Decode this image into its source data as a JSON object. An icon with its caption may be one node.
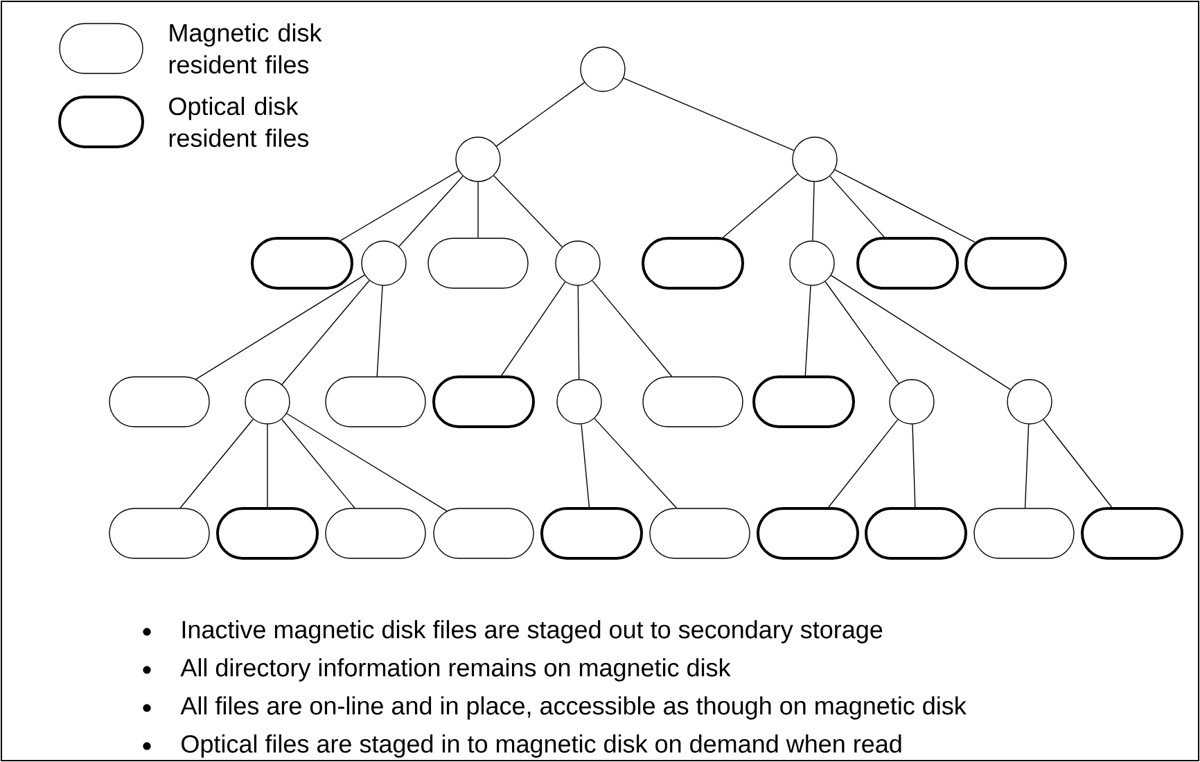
{
  "diagram": {
    "nodes": [
      {
        "text": [],
        "shape": "circle"
      },
      {
        "text": [],
        "shape": "circle"
      },
      {
        "text": [],
        "shape": "circle"
      },
      {
        "text": [],
        "shape": "thick-capsule"
      },
      {
        "text": [],
        "shape": "circle"
      },
      {
        "text": [],
        "shape": "capsule"
      },
      {
        "text": [],
        "shape": "circle"
      },
      {
        "text": [],
        "shape": "thick-capsule"
      },
      {
        "text": [],
        "shape": "circle"
      },
      {
        "text": [],
        "shape": "thick-capsule"
      },
      {
        "text": [],
        "shape": "thick-capsule"
      },
      {
        "text": [],
        "shape": "capsule"
      },
      {
        "text": [],
        "shape": "circle"
      },
      {
        "text": [],
        "shape": "capsule"
      },
      {
        "text": [],
        "shape": "thick-capsule"
      },
      {
        "text": [],
        "shape": "circle"
      },
      {
        "text": [],
        "shape": "capsule"
      },
      {
        "text": [],
        "shape": "thick-capsule"
      },
      {
        "text": [],
        "shape": "circle"
      },
      {
        "text": [],
        "shape": "circle"
      },
      {
        "text": [],
        "shape": "capsule"
      },
      {
        "text": [],
        "shape": "thick-capsule"
      },
      {
        "text": [],
        "shape": "capsule"
      },
      {
        "text": [],
        "shape": "capsule"
      },
      {
        "text": [],
        "shape": "thick-capsule"
      },
      {
        "text": [],
        "shape": "capsule"
      },
      {
        "text": [],
        "shape": "thick-capsule"
      },
      {
        "text": [],
        "shape": "thick-capsule"
      },
      {
        "text": [],
        "shape": "capsule"
      },
      {
        "text": [],
        "shape": "thick-capsule"
      }
    ],
    "edges": [
      {
        "from": 0,
        "to": 1,
        "arrow": "none"
      },
      {
        "from": 0,
        "to": 2,
        "arrow": "none"
      },
      {
        "from": 1,
        "to": 3,
        "arrow": "none"
      },
      {
        "from": 1,
        "to": 4,
        "arrow": "none"
      },
      {
        "from": 1,
        "to": 5,
        "arrow": "none"
      },
      {
        "from": 1,
        "to": 6,
        "arrow": "none"
      },
      {
        "from": 2,
        "to": 7,
        "arrow": "none"
      },
      {
        "from": 2,
        "to": 8,
        "arrow": "none"
      },
      {
        "from": 2,
        "to": 9,
        "arrow": "none"
      },
      {
        "from": 2,
        "to": 10,
        "arrow": "none"
      },
      {
        "from": 4,
        "to": 11,
        "arrow": "none"
      },
      {
        "from": 4,
        "to": 12,
        "arrow": "none"
      },
      {
        "from": 4,
        "to": 13,
        "arrow": "none"
      },
      {
        "from": 6,
        "to": 14,
        "arrow": "none"
      },
      {
        "from": 6,
        "to": 15,
        "arrow": "none"
      },
      {
        "from": 6,
        "to": 16,
        "arrow": "none"
      },
      {
        "from": 8,
        "to": 17,
        "arrow": "none"
      },
      {
        "from": 8,
        "to": 18,
        "arrow": "none"
      },
      {
        "from": 8,
        "to": 19,
        "arrow": "none"
      },
      {
        "from": 12,
        "to": 20,
        "arrow": "none"
      },
      {
        "from": 12,
        "to": 21,
        "arrow": "none"
      },
      {
        "from": 12,
        "to": 22,
        "arrow": "none"
      },
      {
        "from": 12,
        "to": 23,
        "arrow": "none"
      },
      {
        "from": 15,
        "to": 24,
        "arrow": "none"
      },
      {
        "from": 15,
        "to": 25,
        "arrow": "none"
      },
      {
        "from": 18,
        "to": 26,
        "arrow": "none"
      },
      {
        "from": 18,
        "to": 27,
        "arrow": "none"
      },
      {
        "from": 19,
        "to": 28,
        "arrow": "none"
      },
      {
        "from": 19,
        "to": 29,
        "arrow": "none"
      }
    ],
    "labels": [
      "Inactive magnetic disk files are staged out to secondary storage",
      "All directory information remains on magnetic disk",
      "All files are on-line and in place, accessible as though on magnetic disk",
      "Optical files are staged in to magnetic disk on demand when read"
    ],
    "legend": [
      {
        "text": "Magnetic disk resident files"
      },
      {
        "text": "Optical disk resident files"
      }
    ]
  }
}
